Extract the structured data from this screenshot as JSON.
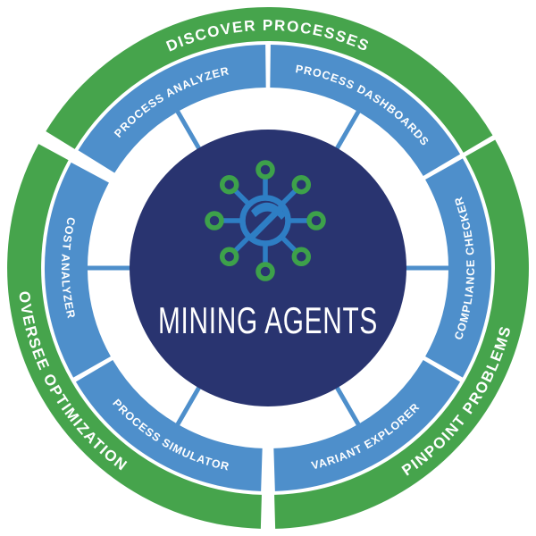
{
  "diagram": {
    "center": {
      "title": "MINING AGENTS",
      "icon": "pickaxe-network-icon"
    },
    "rings": {
      "outer": {
        "discover": "DISCOVER PROCESSES",
        "pinpoint": "PINPOINT PROBLEMS",
        "oversee": "OVERSEE OPTIMIZATION"
      },
      "inner": {
        "analyzer": "PROCESS ANALYZER",
        "dashboards": "PROCESS DASHBOARDS",
        "compliance": "COMPLIANCE CHECKER",
        "variant": "VARIANT EXPLORER",
        "simulator": "PROCESS SIMULATOR",
        "cost": "COST ANALYZER"
      }
    },
    "colors": {
      "outer_ring_green": "#46a44c",
      "inner_ring_blue": "#4e8fcb",
      "center_navy": "#293470",
      "icon_blue": "#2e7ec4",
      "icon_node_green": "#3da14a",
      "label_text": "#ffffff",
      "background": "#ffffff"
    }
  }
}
